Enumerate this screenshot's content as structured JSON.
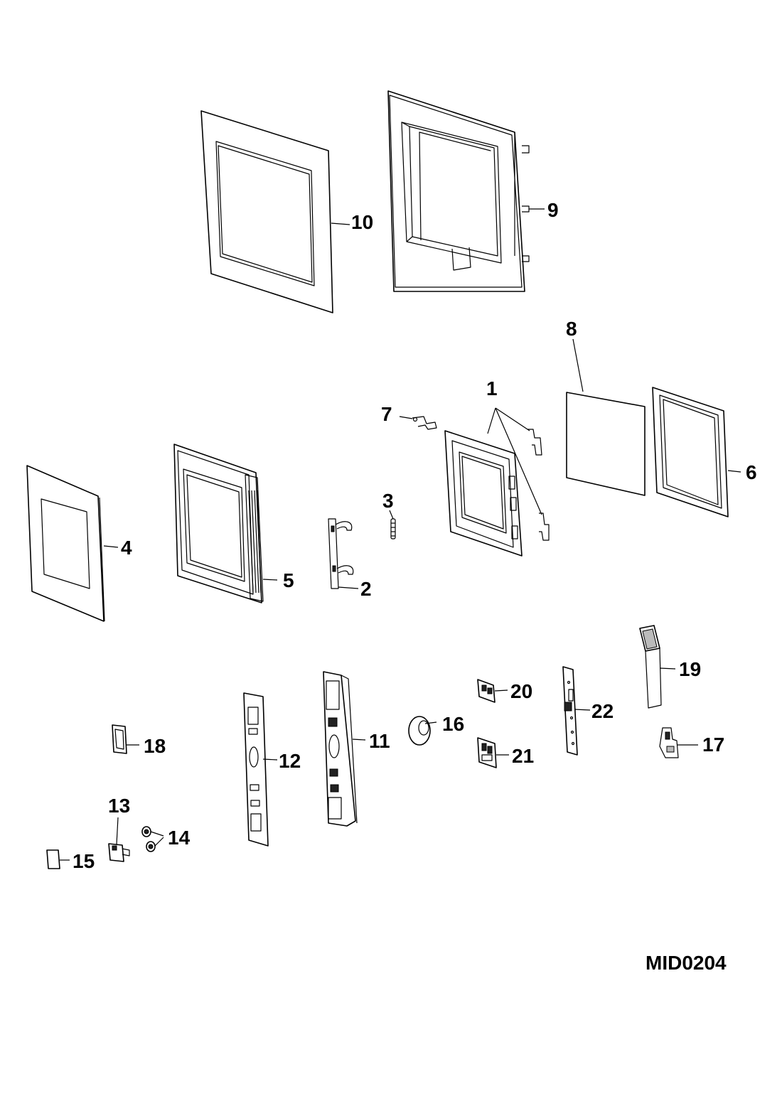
{
  "diagram": {
    "document_code": "MID0204",
    "part_labels": {
      "p1": "1",
      "p2": "2",
      "p3": "3",
      "p4": "4",
      "p5": "5",
      "p6": "6",
      "p7": "7",
      "p8": "8",
      "p9": "9",
      "p10": "10",
      "p11": "11",
      "p12": "12",
      "p13": "13",
      "p14": "14",
      "p15": "15",
      "p16": "16",
      "p17": "17",
      "p18": "18",
      "p19": "19",
      "p20": "20",
      "p21": "21",
      "p22": "22"
    }
  }
}
